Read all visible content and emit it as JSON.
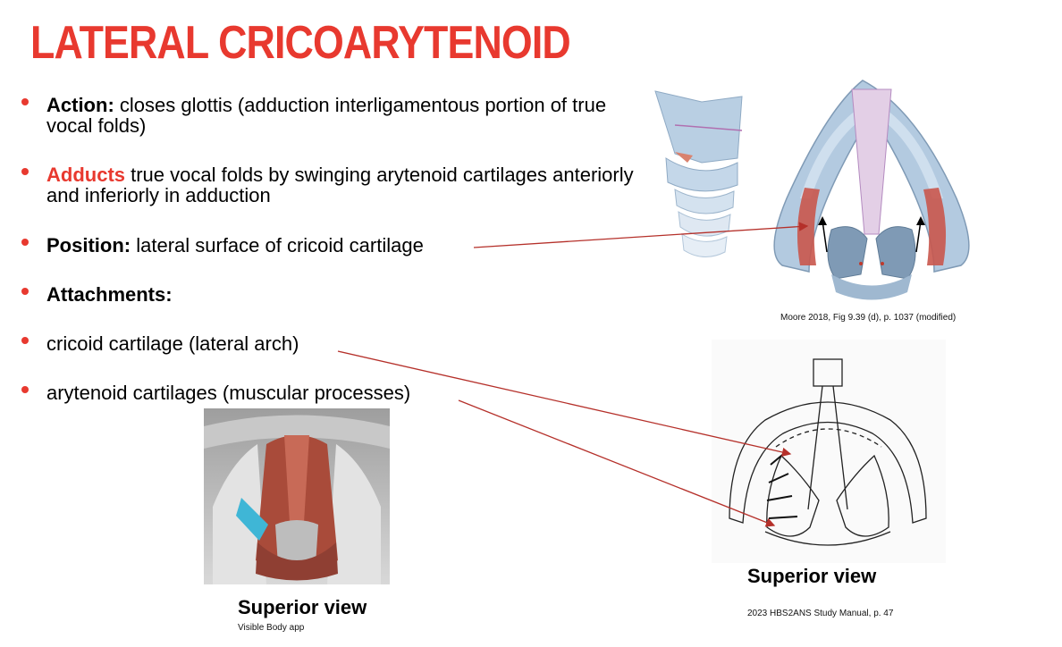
{
  "title": "LATERAL CRICOARYTENOID",
  "bullets": {
    "action_label": "Action:",
    "action_text": " closes glottis (adduction interligamentous portion of true vocal folds)",
    "adducts_label": "Adducts",
    "adducts_text": " true vocal folds by swinging arytenoid cartilages anteriorly and inferiorly in adduction",
    "position_label": "Position:",
    "position_text": " lateral surface of cricoid cartilage",
    "attachments_label": "Attachments:",
    "attach_1": "cricoid cartilage (lateral arch)",
    "attach_2": "arytenoid cartilages (muscular processes)"
  },
  "figures": {
    "moore_caption": "Moore 2018, Fig 9.39 (d), p. 1037 (modified)",
    "manual_view": "Superior view",
    "manual_caption": "2023 HBS2ANS Study Manual, p. 47",
    "app_view": "Superior view",
    "app_caption": "Visible Body app"
  },
  "colors": {
    "accent": "#e8392f",
    "cartilage": "#a9c3dc",
    "muscle": "#c9574c",
    "arrow": "#b5302a"
  }
}
